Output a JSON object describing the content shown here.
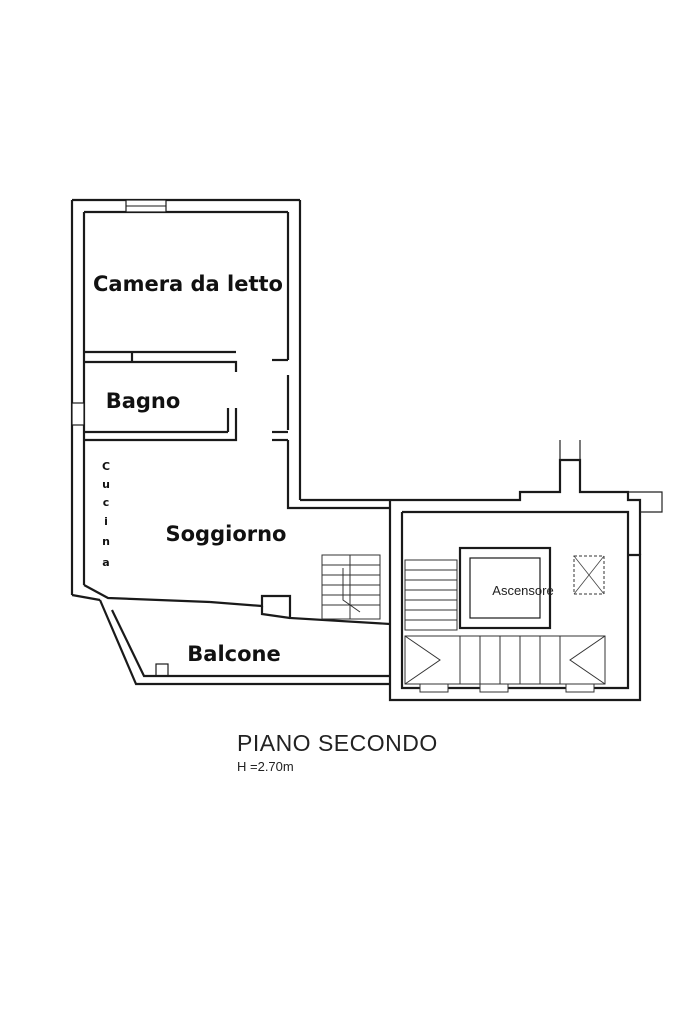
{
  "rooms": {
    "camera": "Camera da letto",
    "bagno": "Bagno",
    "cucina": [
      "C",
      "u",
      "c",
      "i",
      "n",
      "a"
    ],
    "soggiorno": "Soggiorno",
    "balcone": "Balcone",
    "ascensore": "Ascensore"
  },
  "title": {
    "main": "PIANO SECONDO",
    "height": "H =2.70m"
  },
  "colors": {
    "ink": "#1a1a1a",
    "background": "#ffffff"
  }
}
